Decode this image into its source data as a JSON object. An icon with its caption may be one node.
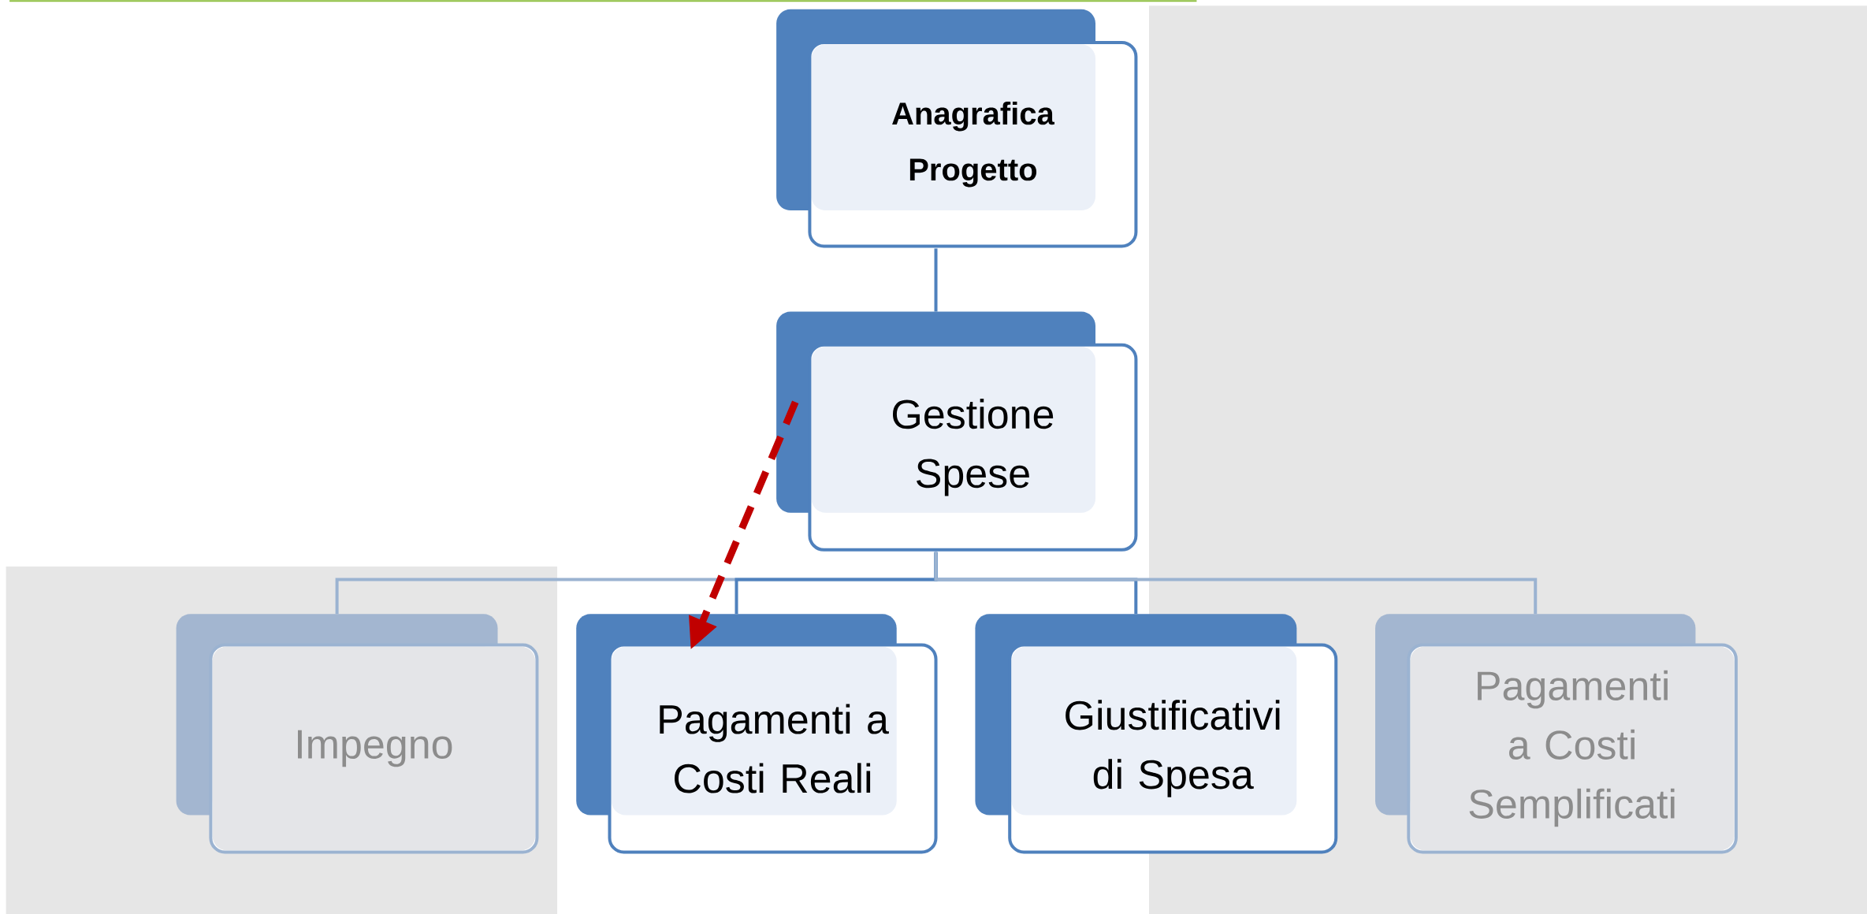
{
  "diagram": {
    "nodes": [
      {
        "text": [
          "Anagrafica Progetto"
        ]
      },
      {
        "text": [
          "Gestione Spese"
        ]
      },
      {
        "text": [
          "Impegno"
        ]
      },
      {
        "text": [
          "Pagamenti a Costi Reali"
        ]
      },
      {
        "text": [
          "Giustificativi di Spesa"
        ]
      },
      {
        "text": [
          "Pagamenti a Costi Semplificati"
        ]
      }
    ],
    "edges": [
      {
        "from": 0,
        "to": 1,
        "arrow": "none"
      },
      {
        "from": 1,
        "to": 2,
        "arrow": "none",
        "color": "#9bb3d1"
      },
      {
        "from": 1,
        "to": 3,
        "arrow": "none"
      },
      {
        "from": 1,
        "to": 4,
        "arrow": "none"
      },
      {
        "from": 1,
        "to": 5,
        "arrow": "none",
        "color": "#9bb3d1"
      },
      {
        "from": 1,
        "to": 3,
        "arrow": "to",
        "style": "dashed",
        "color": "#c00000"
      }
    ]
  }
}
